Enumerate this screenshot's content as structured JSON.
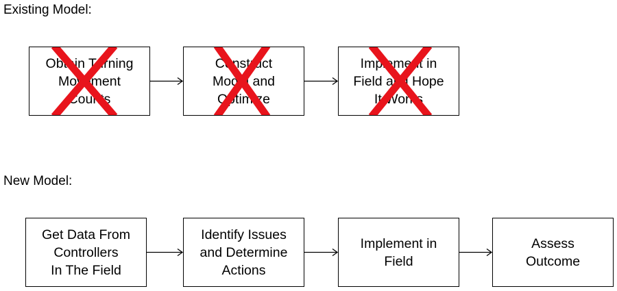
{
  "existing": {
    "heading": "Existing Model:",
    "boxes": [
      "Obtain Turning\nMovement\nCounts",
      "Construct\nModel and\nOptimize",
      "Implement in\nField and Hope\nIt Works"
    ],
    "crossed_out": true,
    "cross_color": "#e8141c"
  },
  "new": {
    "heading": "New Model:",
    "boxes": [
      "Get Data From\nControllers\nIn The Field",
      "Identify Issues\nand Determine\nActions",
      "Implement in\nField",
      "Assess\nOutcome"
    ]
  }
}
